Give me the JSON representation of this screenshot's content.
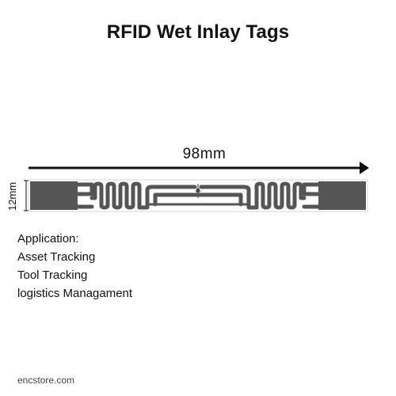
{
  "title": "RFID Wet Inlay Tags",
  "dimensions": {
    "width_label": "98mm",
    "height_label": "12mm"
  },
  "application": {
    "heading": "Application:",
    "items": [
      "Asset Tracking",
      "Tool Tracking",
      "logistics Managament"
    ]
  },
  "footer": "encstore.com",
  "colors": {
    "antenna": "#555555",
    "arrow": "#111111",
    "inlay_border": "#cccccc"
  }
}
